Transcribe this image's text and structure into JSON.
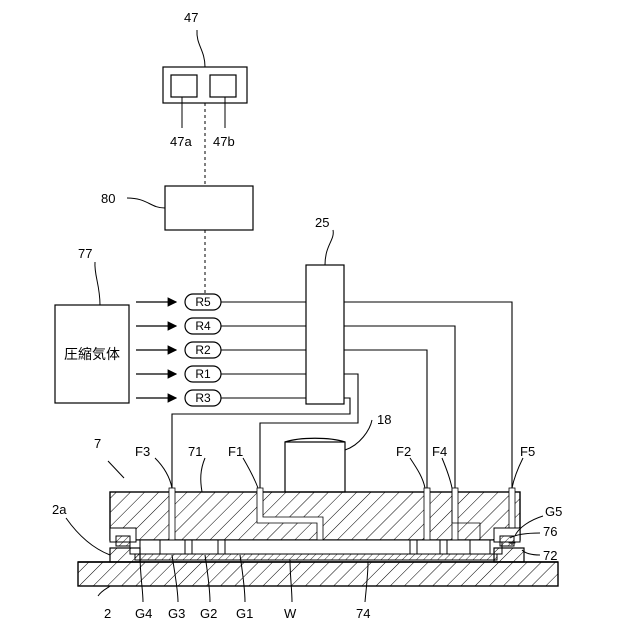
{
  "labels": {
    "ref_47": "47",
    "ref_47a": "47a",
    "ref_47b": "47b",
    "ref_80": "80",
    "ref_25": "25",
    "ref_77": "77",
    "ref_18": "18",
    "ref_7": "7",
    "ref_71": "71",
    "ref_2a": "2a",
    "ref_2": "2",
    "ref_72": "72",
    "ref_74": "74",
    "ref_76": "76",
    "F1": "F1",
    "F2": "F2",
    "F3": "F3",
    "F4": "F4",
    "F5": "F5",
    "G1": "G1",
    "G2": "G2",
    "G3": "G3",
    "G4": "G4",
    "G5": "G5",
    "W": "W"
  },
  "compressed_gas_box": {
    "text": "圧縮気体"
  },
  "regulators": [
    "R5",
    "R4",
    "R2",
    "R1",
    "R3"
  ]
}
